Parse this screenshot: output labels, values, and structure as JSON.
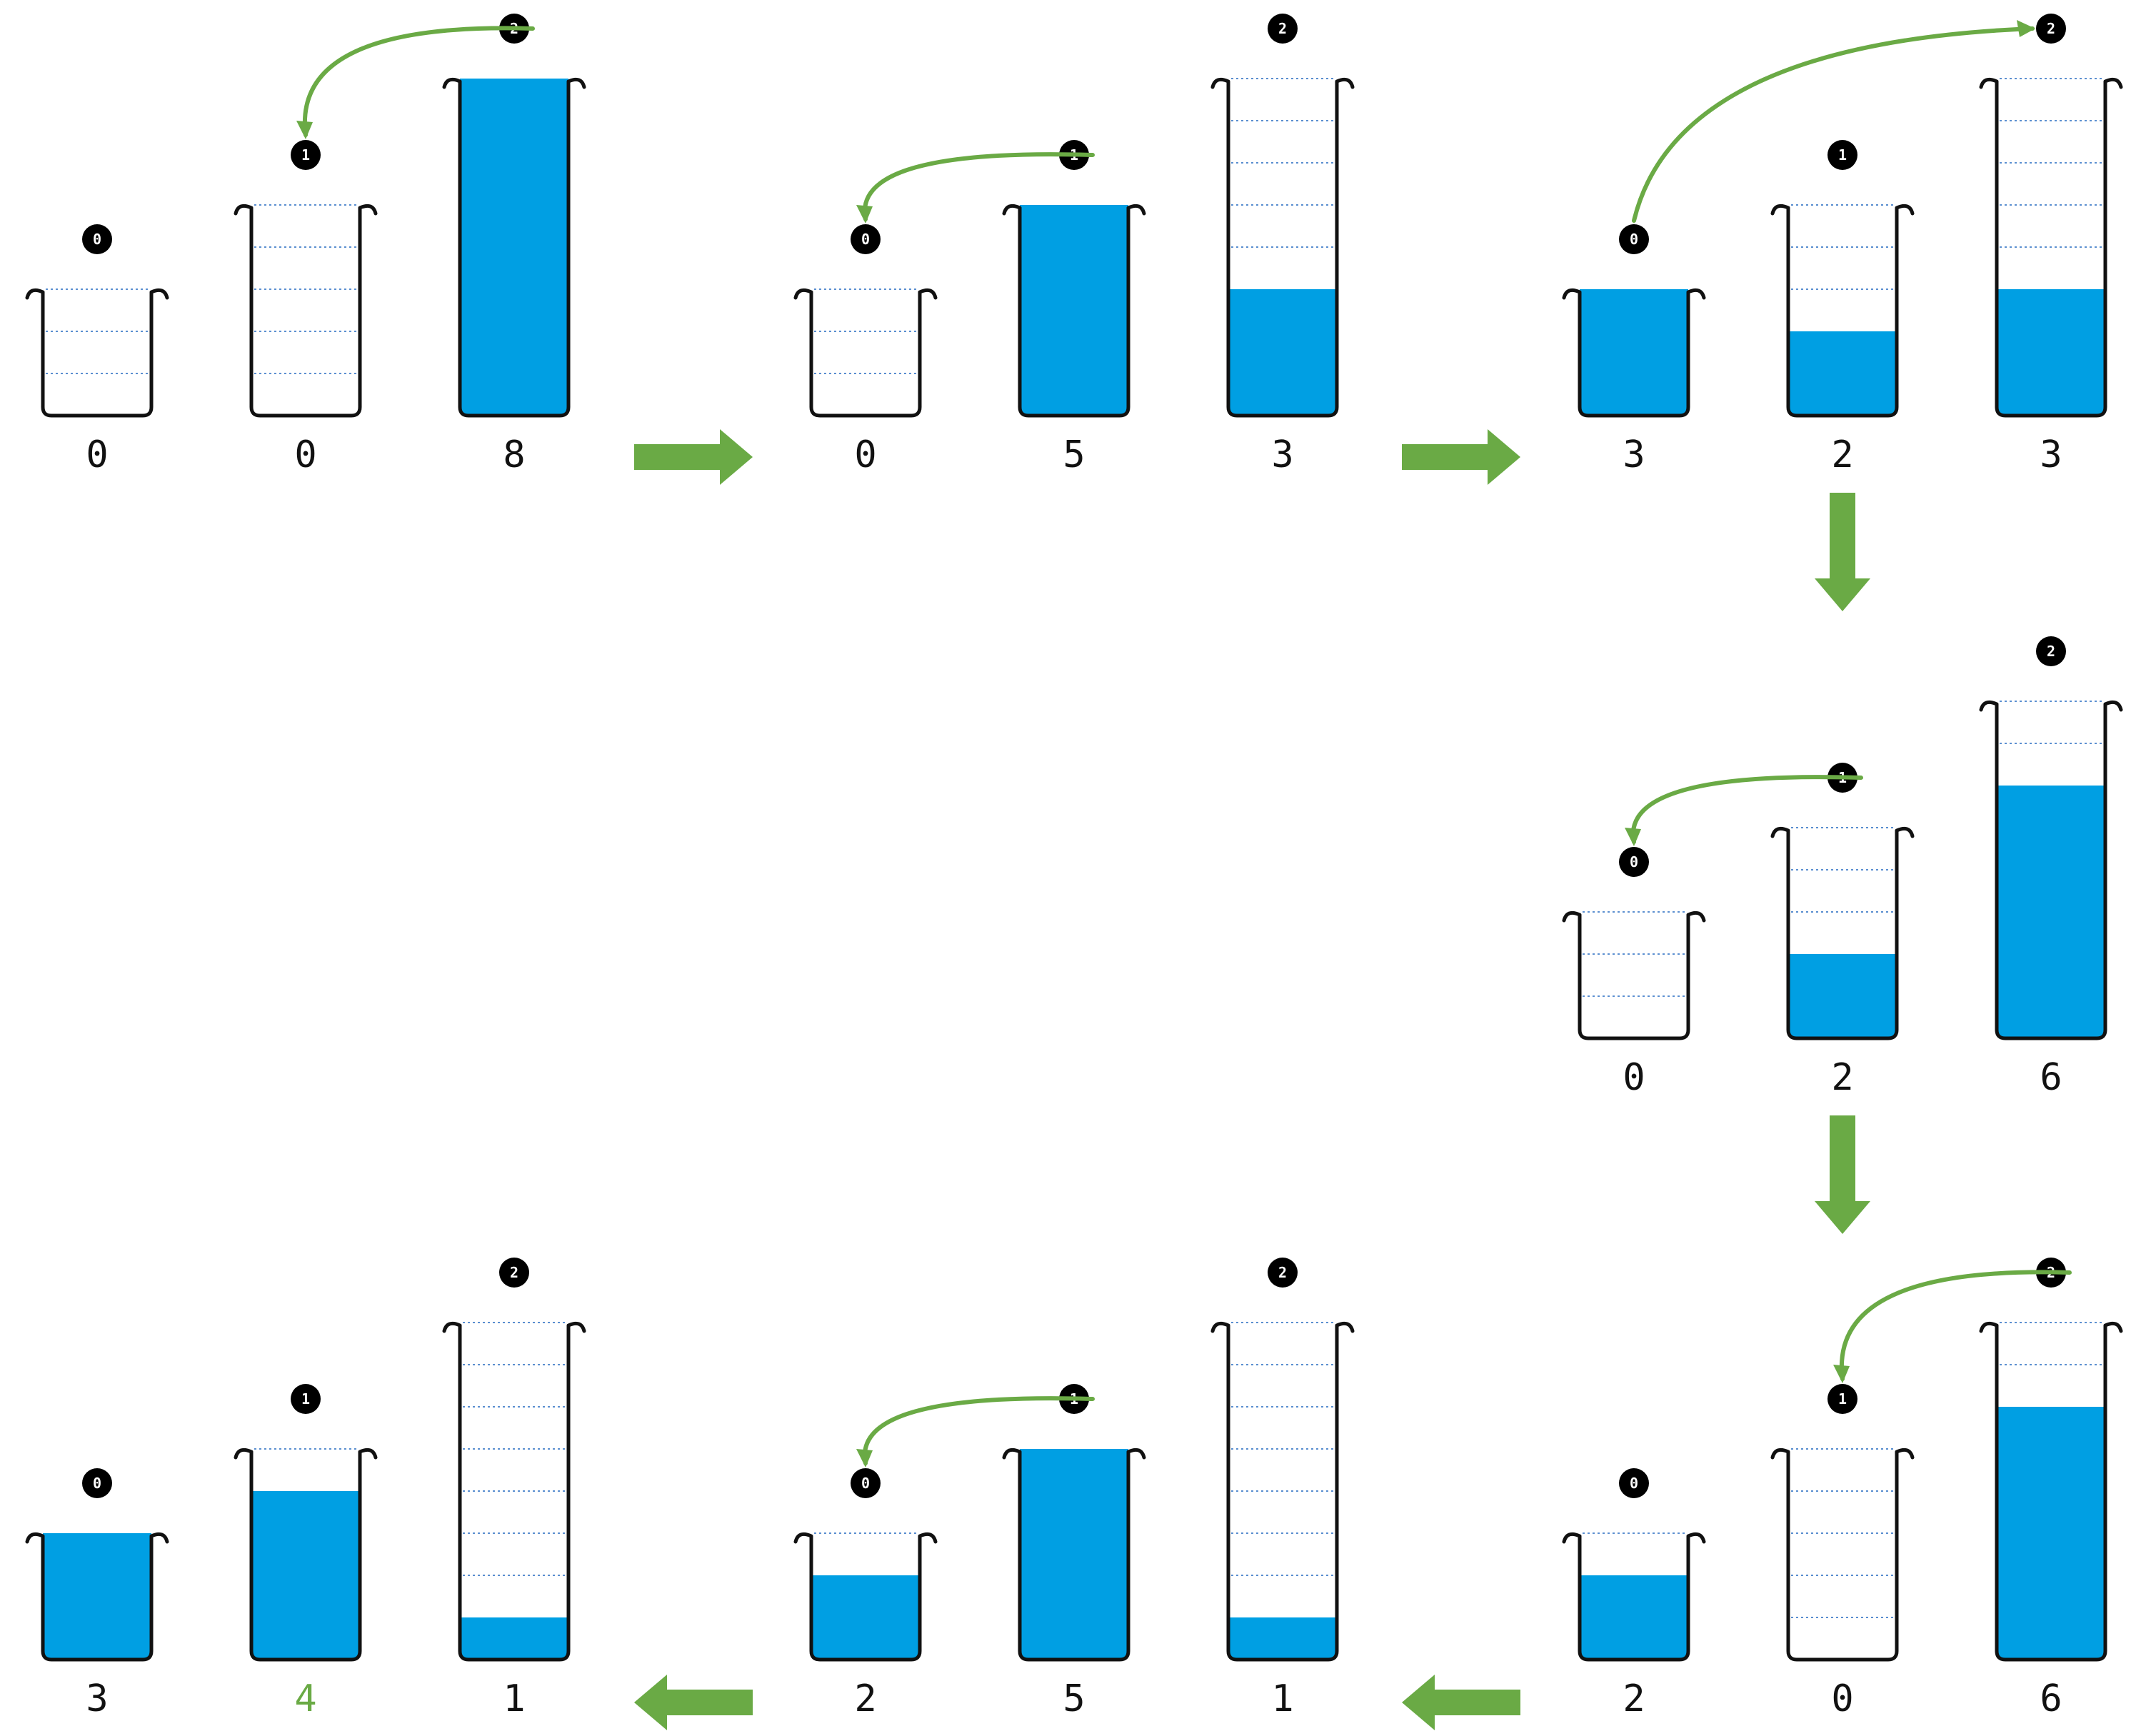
{
  "colors": {
    "water": "#009fe3",
    "arrow": "#6aaa45",
    "outline": "#111111",
    "tick": "#5b8fd0",
    "highlight": "#6aaa45",
    "badge": "#000000",
    "text": "#111111"
  },
  "capacities": [
    3,
    5,
    8
  ],
  "states": [
    {
      "amounts": [
        0,
        0,
        8
      ],
      "amount_labels": [
        "0",
        "0",
        "8"
      ],
      "badge_labels": [
        "0",
        "1",
        "2"
      ],
      "pour": {
        "from": 2,
        "to": 1
      },
      "highlight_index": null
    },
    {
      "amounts": [
        0,
        5,
        3
      ],
      "amount_labels": [
        "0",
        "5",
        "3"
      ],
      "badge_labels": [
        "0",
        "1",
        "2"
      ],
      "pour": {
        "from": 1,
        "to": 0
      },
      "highlight_index": null
    },
    {
      "amounts": [
        3,
        2,
        3
      ],
      "amount_labels": [
        "3",
        "2",
        "3"
      ],
      "badge_labels": [
        "0",
        "1",
        "2"
      ],
      "pour": {
        "from": 0,
        "to": 2
      },
      "highlight_index": null
    },
    {
      "amounts": [
        0,
        2,
        6
      ],
      "amount_labels": [
        "0",
        "2",
        "6"
      ],
      "badge_labels": [
        "0",
        "1",
        "2"
      ],
      "pour": {
        "from": 1,
        "to": 0
      },
      "highlight_index": null
    },
    {
      "amounts": [
        2,
        0,
        6
      ],
      "amount_labels": [
        "2",
        "0",
        "6"
      ],
      "badge_labels": [
        "0",
        "1",
        "2"
      ],
      "pour": {
        "from": 2,
        "to": 1
      },
      "highlight_index": null
    },
    {
      "amounts": [
        2,
        5,
        1
      ],
      "amount_labels": [
        "2",
        "5",
        "1"
      ],
      "badge_labels": [
        "0",
        "1",
        "2"
      ],
      "pour": {
        "from": 1,
        "to": 0
      },
      "highlight_index": null
    },
    {
      "amounts": [
        3,
        4,
        1
      ],
      "amount_labels": [
        "3",
        "4",
        "1"
      ],
      "badge_labels": [
        "0",
        "1",
        "2"
      ],
      "pour": null,
      "highlight_index": 1
    }
  ],
  "step_arrows": [
    {
      "from_state": 0,
      "to_state": 1,
      "direction": "right"
    },
    {
      "from_state": 1,
      "to_state": 2,
      "direction": "right"
    },
    {
      "from_state": 2,
      "to_state": 3,
      "direction": "down"
    },
    {
      "from_state": 3,
      "to_state": 4,
      "direction": "down"
    },
    {
      "from_state": 4,
      "to_state": 5,
      "direction": "left"
    },
    {
      "from_state": 5,
      "to_state": 6,
      "direction": "left"
    }
  ]
}
